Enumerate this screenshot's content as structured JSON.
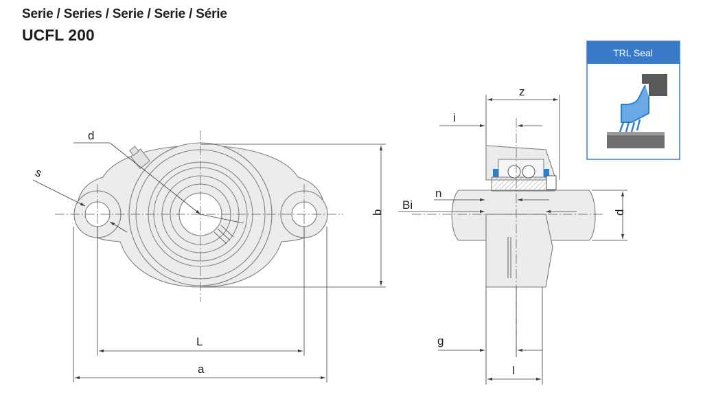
{
  "header": {
    "series": "Serie / Series / Serie / Serie / Série",
    "model": "UCFL 200"
  },
  "seal_box": {
    "title": "TRL Seal"
  },
  "dimensions": {
    "d_front": "d",
    "s": "s",
    "b": "b",
    "L": "L",
    "a": "a",
    "z": "z",
    "i": "i",
    "n": "n",
    "Bi": "Bi",
    "d_side": "d",
    "g": "g",
    "l": "l"
  },
  "colors": {
    "accent_blue": "#3a7bc8",
    "seal_blue": "#2f7fd0",
    "body_gray": "#ececec",
    "line_dark": "#3a3a3a"
  }
}
